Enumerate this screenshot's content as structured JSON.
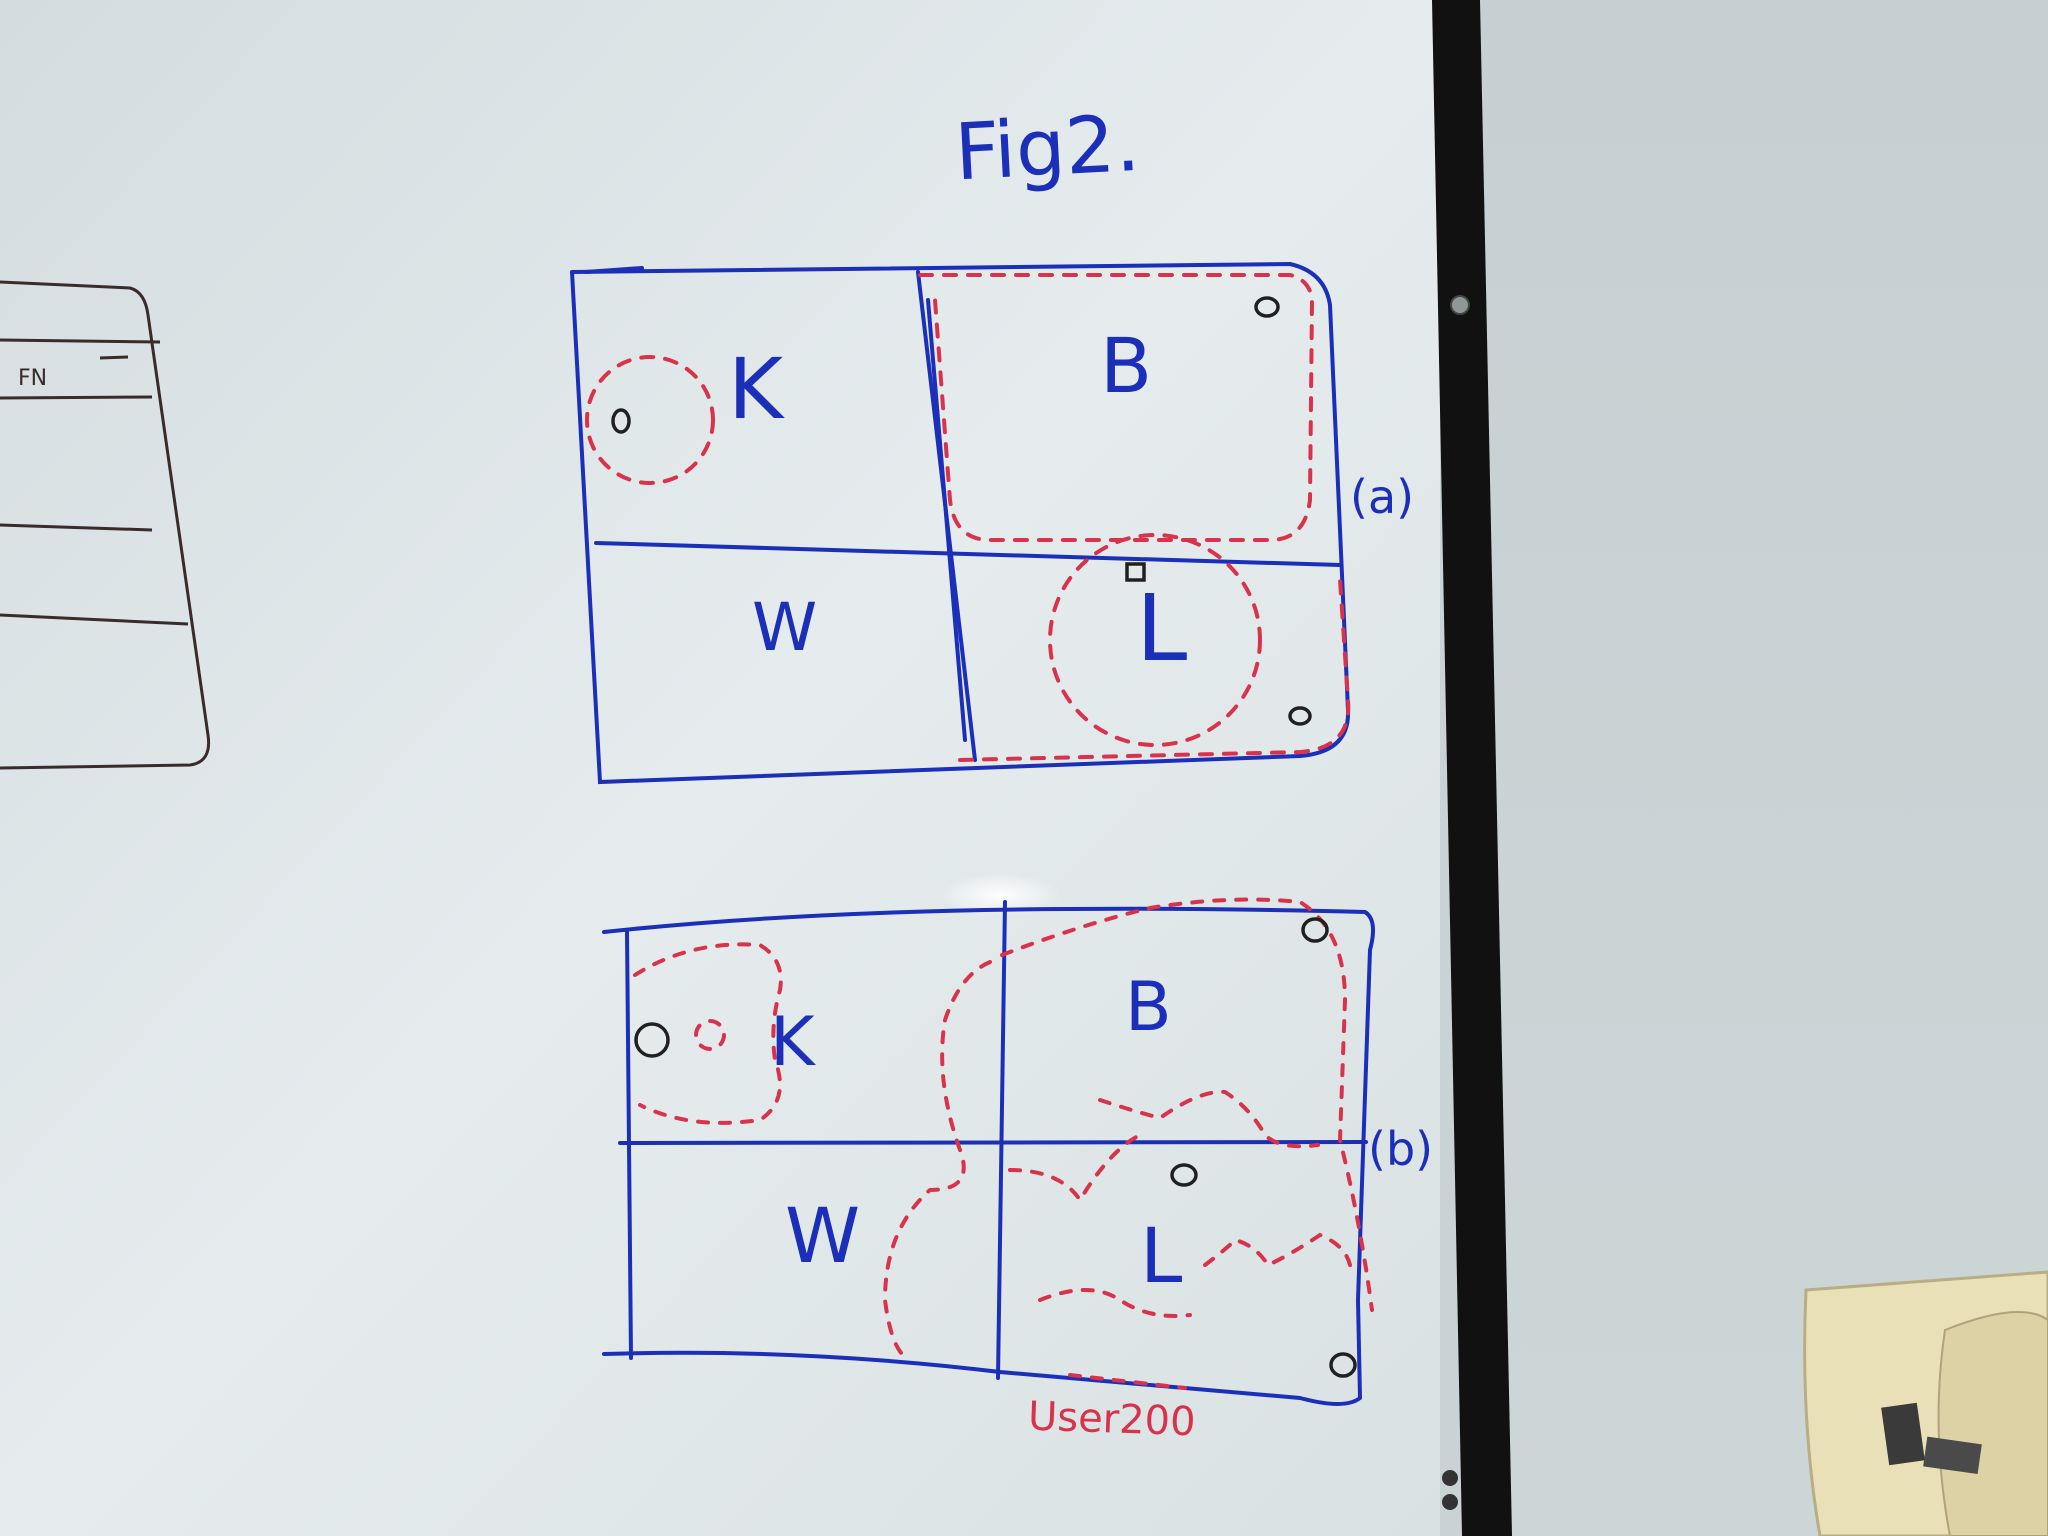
{
  "whiteboard": {
    "title": "Fig2.",
    "left_table_label": "FN",
    "signature": "User200"
  },
  "figure_a": {
    "panel_label": "(a)",
    "quadrants": {
      "top_left": "K",
      "top_right": "B",
      "bottom_left": "W",
      "bottom_right": "L"
    }
  },
  "figure_b": {
    "panel_label": "(b)",
    "quadrants": {
      "top_left": "K",
      "top_right": "B",
      "bottom_left": "W",
      "bottom_right": "L"
    }
  },
  "colors": {
    "board": "#dfe6e8",
    "blue_marker": "#1b2fb8",
    "red_marker": "#d8334a",
    "black_marker": "#202020",
    "frame": "#111111",
    "wall": "#c8d2d4",
    "phone": "#e9e0b8"
  }
}
